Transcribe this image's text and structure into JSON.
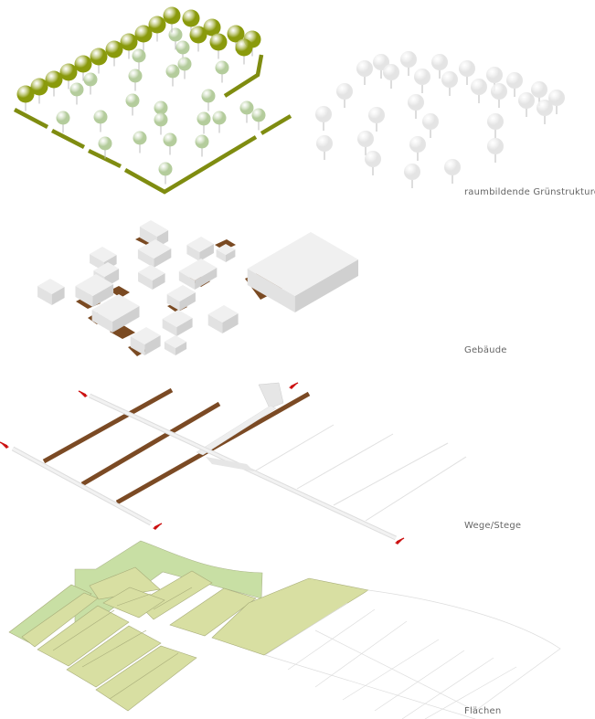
{
  "layers": [
    {
      "id": "gruen",
      "label": "raumbildende Grünstrukturen"
    },
    {
      "id": "gebaeude",
      "label": "Gebäude"
    },
    {
      "id": "wege",
      "label": "Wege/Stege"
    },
    {
      "id": "flaechen",
      "label": "Flächen"
    }
  ],
  "colors": {
    "tree_dark": "#8a9a0c",
    "tree_light": "#b4cc9c",
    "tree_white": "#f4f4f4",
    "hedge": "#7f8c10",
    "building_top": "#f0f0f0",
    "building_left": "#e2e2e2",
    "building_right": "#d0d0d0",
    "ground_shadow": "#7a4a22",
    "path_brown": "#7b4a24",
    "path_grey": "#e6e6e6",
    "arrow_red": "#cc1111",
    "field_olive": "#d8dfa2",
    "field_green": "#c8dfa4"
  }
}
